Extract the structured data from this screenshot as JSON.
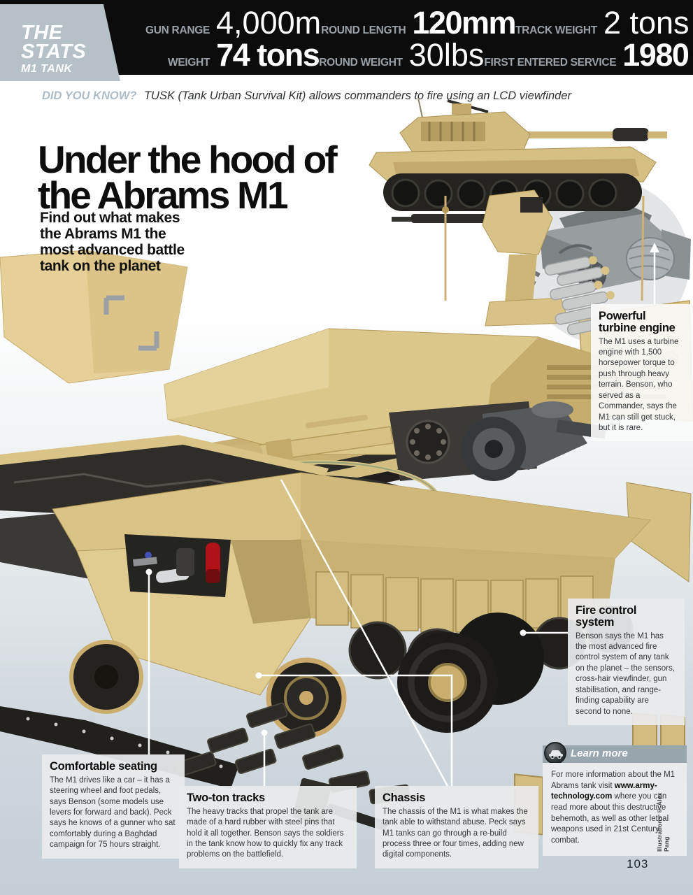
{
  "page": {
    "number": "103",
    "credit": "Illustrations © Alex Pang"
  },
  "stats_bar": {
    "tab": {
      "line1": "THE",
      "line2": "STATS",
      "line3": "M1 TANK"
    },
    "row1": [
      {
        "label": "GUN RANGE",
        "value": "4,000m"
      },
      {
        "label": "ROUND LENGTH",
        "value": "120mm"
      },
      {
        "label": "TRACK WEIGHT",
        "value": "2 tons"
      }
    ],
    "row2": [
      {
        "label": "WEIGHT",
        "value": "74 tons"
      },
      {
        "label": "ROUND WEIGHT",
        "value": "30lbs"
      },
      {
        "label": "FIRST ENTERED SERVICE",
        "value": "1980"
      }
    ]
  },
  "did_you_know": {
    "label": "DID YOU KNOW?",
    "text": "TUSK (Tank Urban Survival Kit) allows commanders to fire using an LCD viewfinder"
  },
  "title": {
    "line1": "Under the hood of",
    "line2": "the Abrams M1"
  },
  "standfirst": {
    "lines": [
      "Find out what makes",
      "the Abrams M1 the",
      "most advanced battle",
      "tank on the planet"
    ]
  },
  "callouts": {
    "engine": {
      "title": "Powerful turbine engine",
      "body": "The M1 uses a turbine engine with 1,500 horsepower torque to push through heavy terrain. Benson, who served as a Commander, says the M1 can still get stuck, but it is rare."
    },
    "fire_control": {
      "title": "Fire control system",
      "body": "Benson says the M1 has the most advanced fire control system of any tank on the planet – the sensors, cross-hair viewfinder, gun stabilisation, and range-finding capability are second to none."
    },
    "seating": {
      "title": "Comfortable seating",
      "body": "The M1 drives like a car – it has a steering wheel and foot pedals, says Benson (some models use levers for forward and back). Peck says he knows of a gunner who sat comfortably during a Baghdad campaign for 75 hours straight."
    },
    "tracks": {
      "title": "Two-ton tracks",
      "body": "The heavy tracks that propel the tank are made of a hard rubber with steel pins that hold it all together. Benson says the soldiers in the tank know how to quickly fix any track problems on the battlefield."
    },
    "chassis": {
      "title": "Chassis",
      "body": "The chassis of the M1 is what makes the tank able to withstand abuse. Peck says M1 tanks can go through a re-build process three or four times, adding new digital components."
    }
  },
  "learn_more": {
    "header": "Learn more",
    "body_pre": "For more information about the M1 Abrams tank visit ",
    "url": "www.army-technology.com",
    "body_post": " where you can read more about this destructive behemoth, as well as other lethal weapons used in 21st Century combat."
  },
  "colors": {
    "tan": "#d9c386",
    "bar_black": "#0c0c0c",
    "tab_gray": "#b5c0c7",
    "accent_blue_gray": "#aebcc6",
    "callout_bg": "#e9ebec",
    "learn_bar": "#9aa6ae"
  }
}
